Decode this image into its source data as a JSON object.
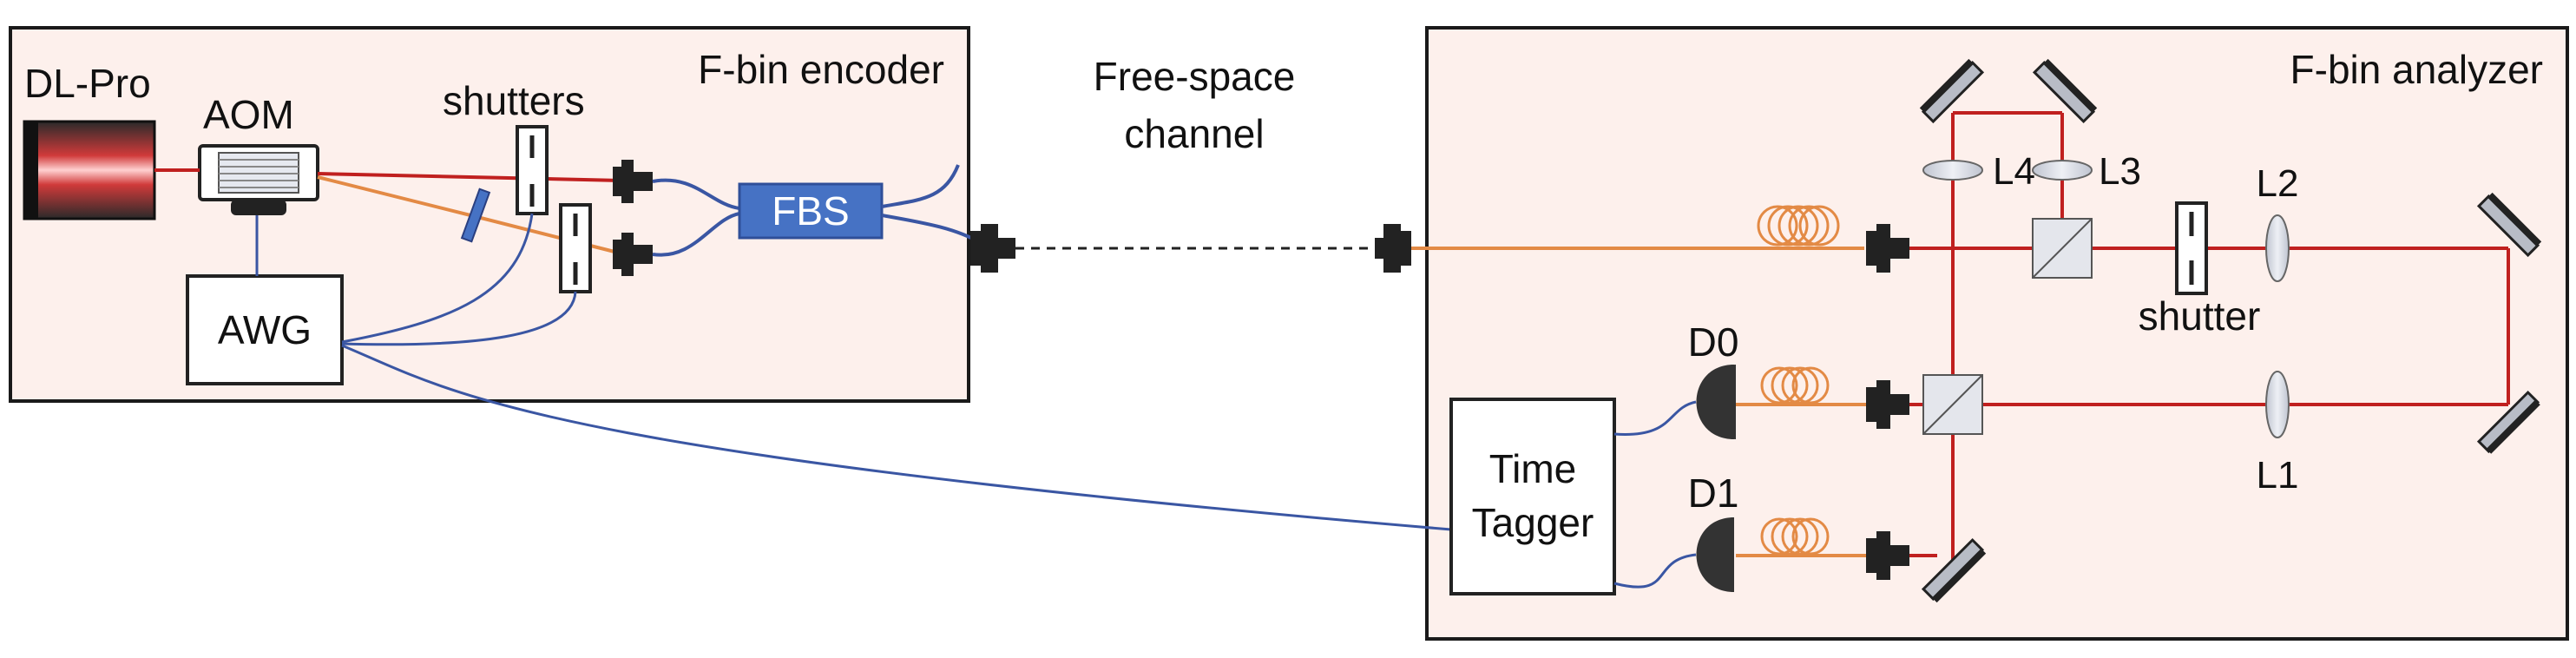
{
  "colors": {
    "panel_fill": "#fdf0ec",
    "panel_stroke": "#1a1a1a",
    "laser_red": "#c0201f",
    "beam_orange": "#e38a45",
    "cable_blue": "#3a56a3",
    "fbs_fill": "#4672c4",
    "fiber_orange": "#e38a45",
    "optic_gray": "#d4d8e2",
    "dark": "#222222"
  },
  "encoder": {
    "title": "F-bin encoder",
    "laser_label": "DL-Pro",
    "aom_label": "AOM",
    "shutters_label": "shutters",
    "awg_label": "AWG",
    "fbs_label": "FBS"
  },
  "channel": {
    "label_line1": "Free-space",
    "label_line2": "channel"
  },
  "analyzer": {
    "title": "F-bin analyzer",
    "lens_labels": {
      "l1": "L1",
      "l2": "L2",
      "l3": "L3",
      "l4": "L4"
    },
    "shutter_label": "shutter",
    "detector_labels": {
      "d0": "D0",
      "d1": "D1"
    },
    "tagger_line1": "Time",
    "tagger_line2": "Tagger"
  }
}
